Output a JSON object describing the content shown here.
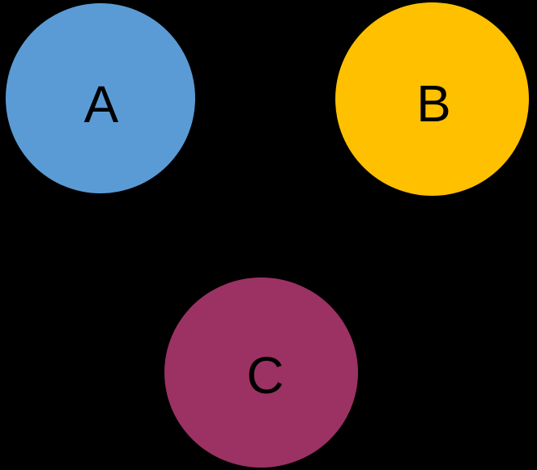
{
  "canvas": {
    "background": "#000000"
  },
  "diagram": {
    "description": "three-labeled-circles",
    "nodes": [
      {
        "id": "A",
        "label": "A",
        "color": "#5B9BD5",
        "text_color": "#000000",
        "position": "top-left"
      },
      {
        "id": "B",
        "label": "B",
        "color": "#FFC000",
        "text_color": "#000000",
        "position": "top-right"
      },
      {
        "id": "C",
        "label": "C",
        "color": "#9B3263",
        "text_color": "#000000",
        "position": "bottom-center"
      }
    ]
  }
}
